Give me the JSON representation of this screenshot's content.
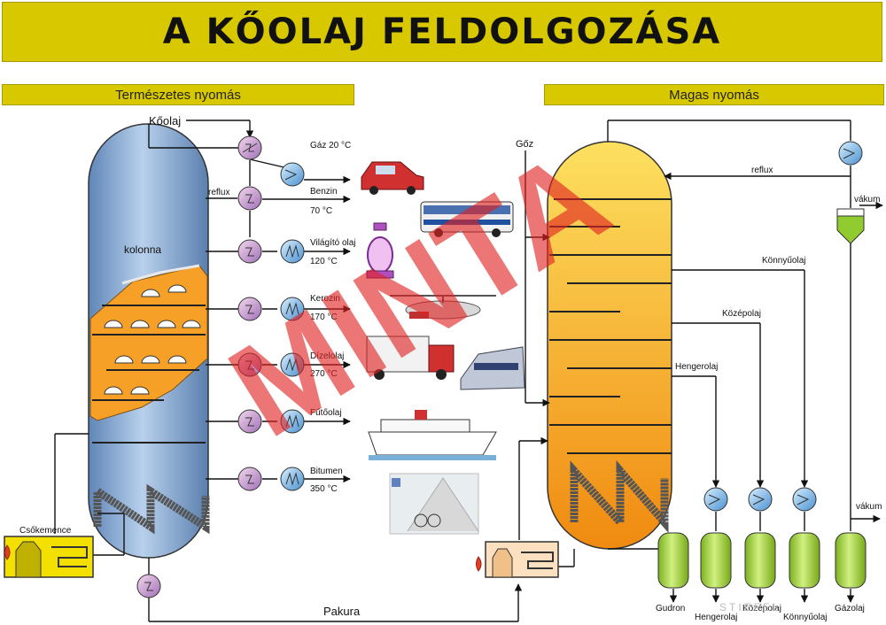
{
  "title": "A KŐOLAJ FELDOLGOZÁSA",
  "left_section": "Természetes nyomás",
  "right_section": "Magas nyomás",
  "watermark": "MINTA",
  "footer_logo": "STIEFEL",
  "left": {
    "input": "Kőolaj",
    "column": "kolonna",
    "reflux": "reflux",
    "furnace": "Csőkemence",
    "bottom": "Pakura",
    "products": [
      {
        "name": "Gáz 20 °C",
        "temp": ""
      },
      {
        "name": "Benzin",
        "temp": "70 °C"
      },
      {
        "name": "Világító olaj",
        "temp": "120 °C"
      },
      {
        "name": "Kerozin",
        "temp": "170 °C"
      },
      {
        "name": "Dízelolaj",
        "temp": "270 °C"
      },
      {
        "name": "Fűtőolaj",
        "temp": ""
      },
      {
        "name": "Bitumen",
        "temp": "350 °C"
      }
    ]
  },
  "right": {
    "steam": "Gőz",
    "reflux": "reflux",
    "vacuum_top": "vákum",
    "vacuum_bottom": "vákum",
    "side_draws": [
      "Könnyűolaj",
      "Középolaj",
      "Hengerolaj"
    ],
    "tanks": [
      "Gudron",
      "Hengerolaj",
      "Középolaj",
      "Könnyűolaj",
      "Gázolaj"
    ]
  },
  "colors": {
    "title_bg": "#d8c800",
    "column_left": "#8fb0d8",
    "column_right": "#f4a020",
    "tank": "#a8d840",
    "heat_exchanger": "#c8a0d8",
    "cooler": "#8cc4ec",
    "watermark": "#e02020"
  }
}
